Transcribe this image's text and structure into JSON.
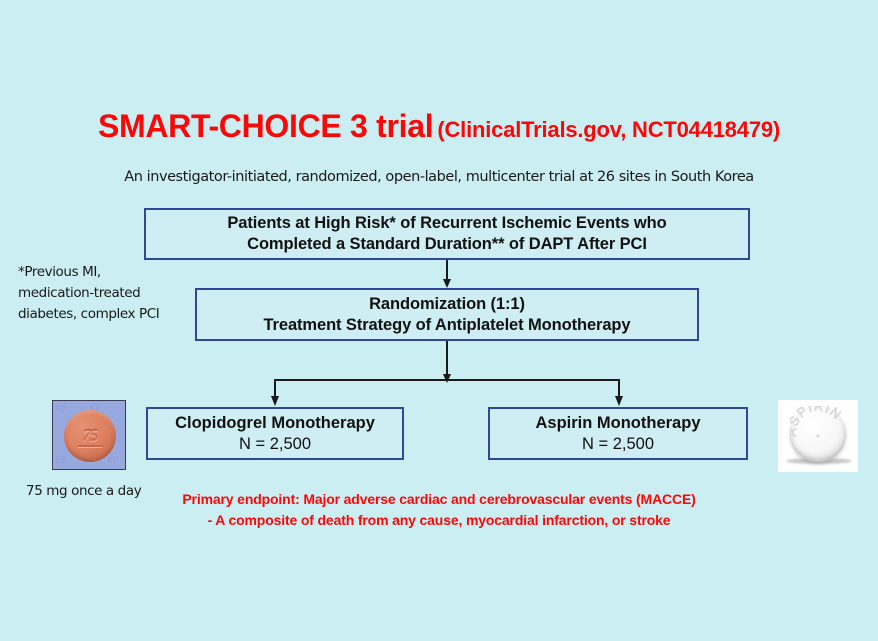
{
  "slide": {
    "background_color": "#cbeef3",
    "title": {
      "main": "SMART-CHOICE 3 trial",
      "registry": "(ClinicalTrials.gov, NCT04418479)",
      "color": "#fb0707"
    },
    "subtitle": "An  investigator-initiated, randomized, open-label, multicenter trial at 26 sites in South Korea"
  },
  "flowchart": {
    "border_color": "#2f4896",
    "box_fill": "#cfeef3",
    "population_box": {
      "line1": "Patients at High Risk* of Recurrent Ischemic Events who",
      "line2": "Completed a Standard Duration** of DAPT After PCI"
    },
    "randomization_box": {
      "line1": "Randomization (1:1)",
      "line2": "Treatment Strategy of Antiplatelet Monotherapy"
    },
    "arm_left": {
      "line1": "Clopidogrel Monotherapy",
      "line2": "N = 2,500"
    },
    "arm_right": {
      "line1": "Aspirin Monotherapy",
      "line2": "N = 2,500"
    }
  },
  "notes": {
    "high_risk_footnote_line1": "*Previous MI,",
    "high_risk_footnote_line2": "medication-treated",
    "high_risk_footnote_line3": "diabetes, complex PCI",
    "dose": "75 mg once a day"
  },
  "endpoint": {
    "line1": "Primary endpoint: Major adverse cardiac and cerebrovascular events (MACCE)",
    "line2": "- A composite of death from any cause, myocardial infarction, or stroke",
    "color": "#fb0707"
  },
  "images": {
    "clopidogrel_pill": {
      "imprint": "75",
      "watermark": "KP",
      "tablet_color": "#dd8060",
      "background_color": "#97a9de"
    },
    "aspirin_pill": {
      "imprint": "ASPIRIN",
      "tablet_color": "#f5f5f5",
      "background_color": "#ffffff"
    }
  }
}
